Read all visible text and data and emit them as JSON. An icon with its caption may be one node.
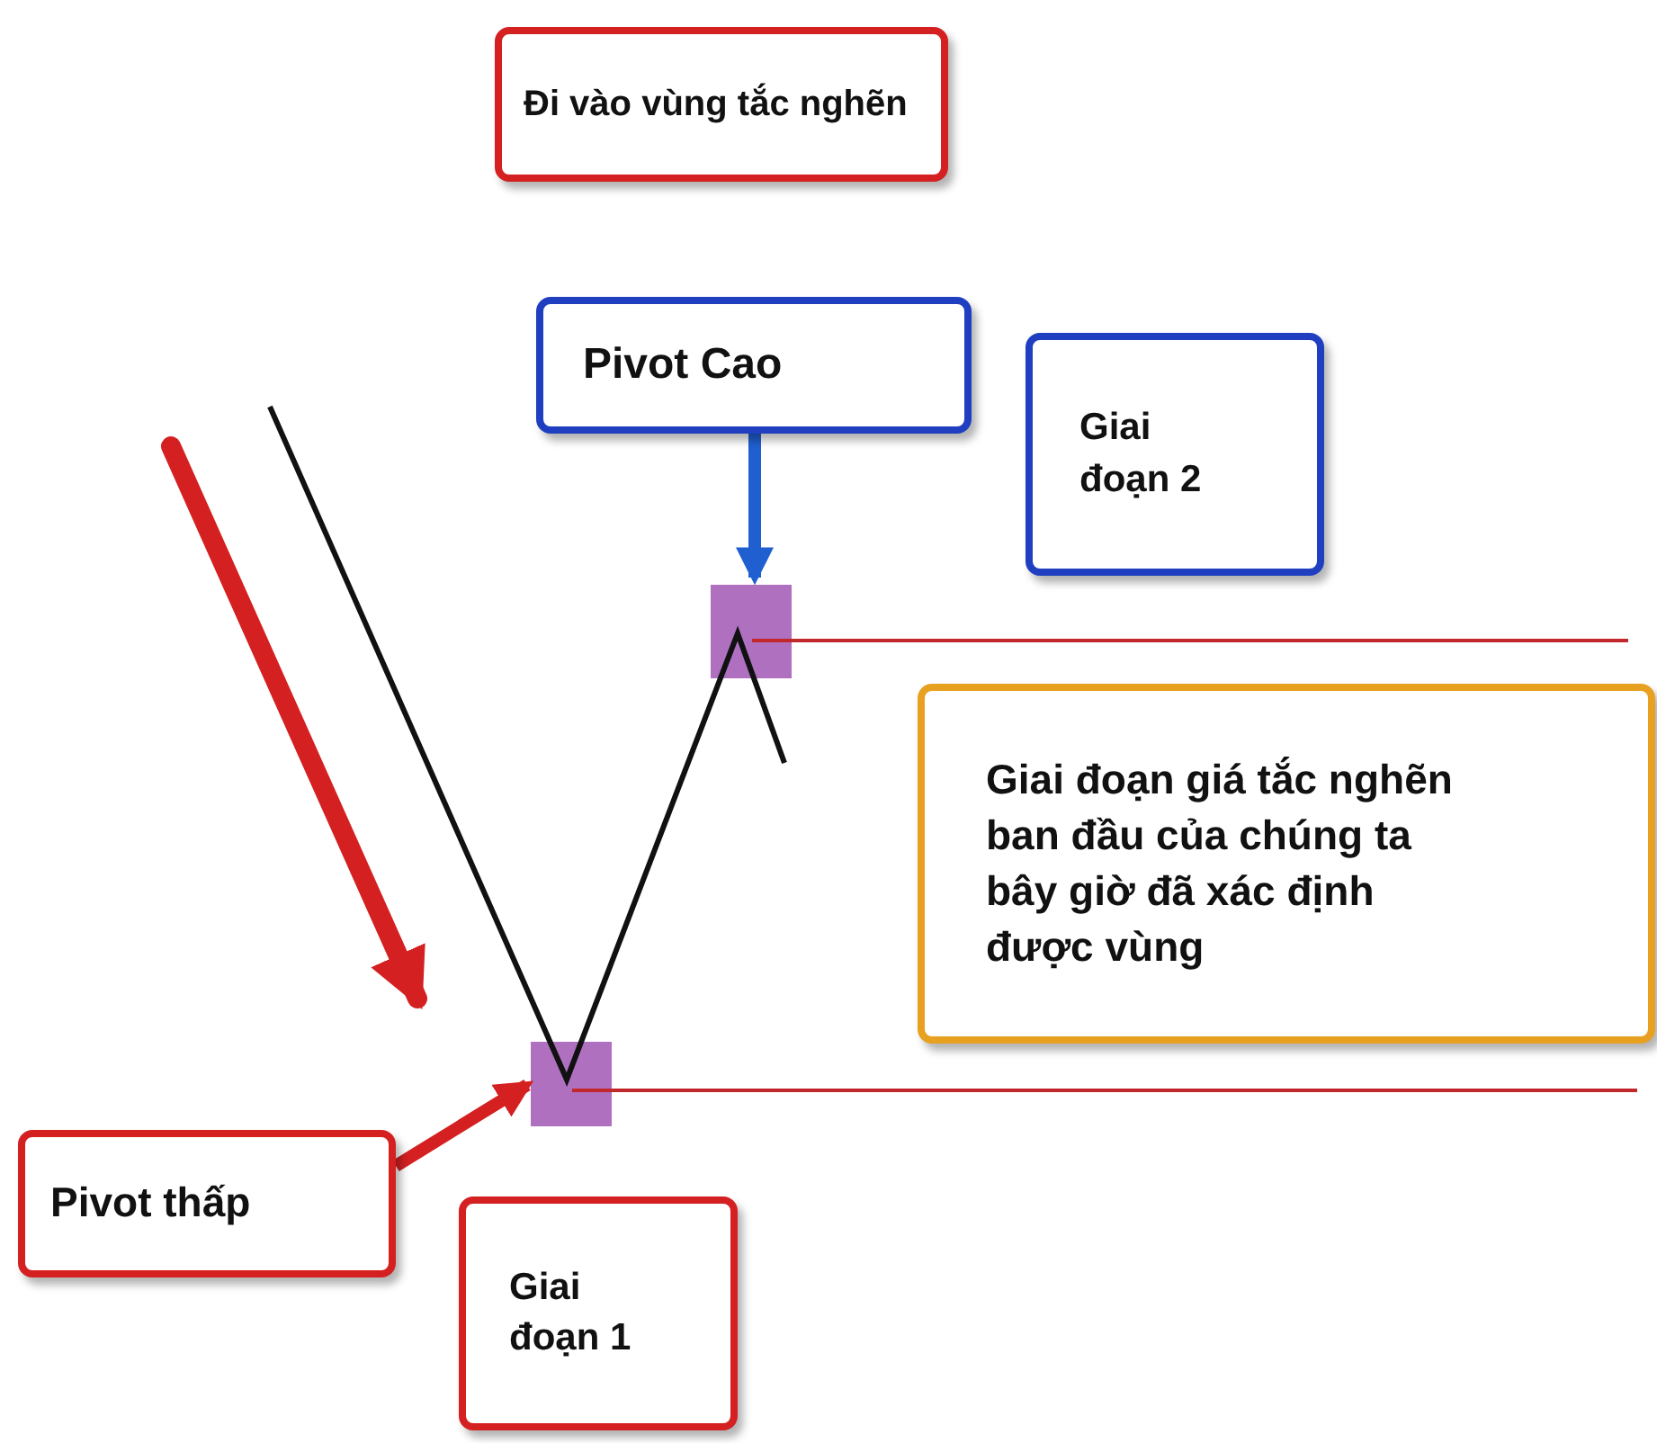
{
  "diagram": {
    "nodes": [
      {
        "text": [
          "Đi vào vùng tắc nghẽn"
        ]
      },
      {
        "text": [
          "Pivot Cao"
        ]
      },
      {
        "text": [
          "Giai đoạn 2"
        ]
      },
      {
        "text": [],
        "shape": "box"
      },
      {
        "text": [
          "Giai đoạn giá tắc nghẽn ban đầu của chúng ta bây giờ đã xác định được vùng"
        ]
      },
      {
        "text": [],
        "shape": "box"
      },
      {
        "text": [
          "Pivot thấp"
        ]
      },
      {
        "text": [
          "Giai đoạn 1"
        ]
      }
    ],
    "edges": [
      {
        "from": 1,
        "to": 3,
        "arrow": "to",
        "color": "#1f5fd0"
      },
      {
        "from": 6,
        "to": 5,
        "arrow": "to",
        "color": "#d42020"
      }
    ]
  }
}
